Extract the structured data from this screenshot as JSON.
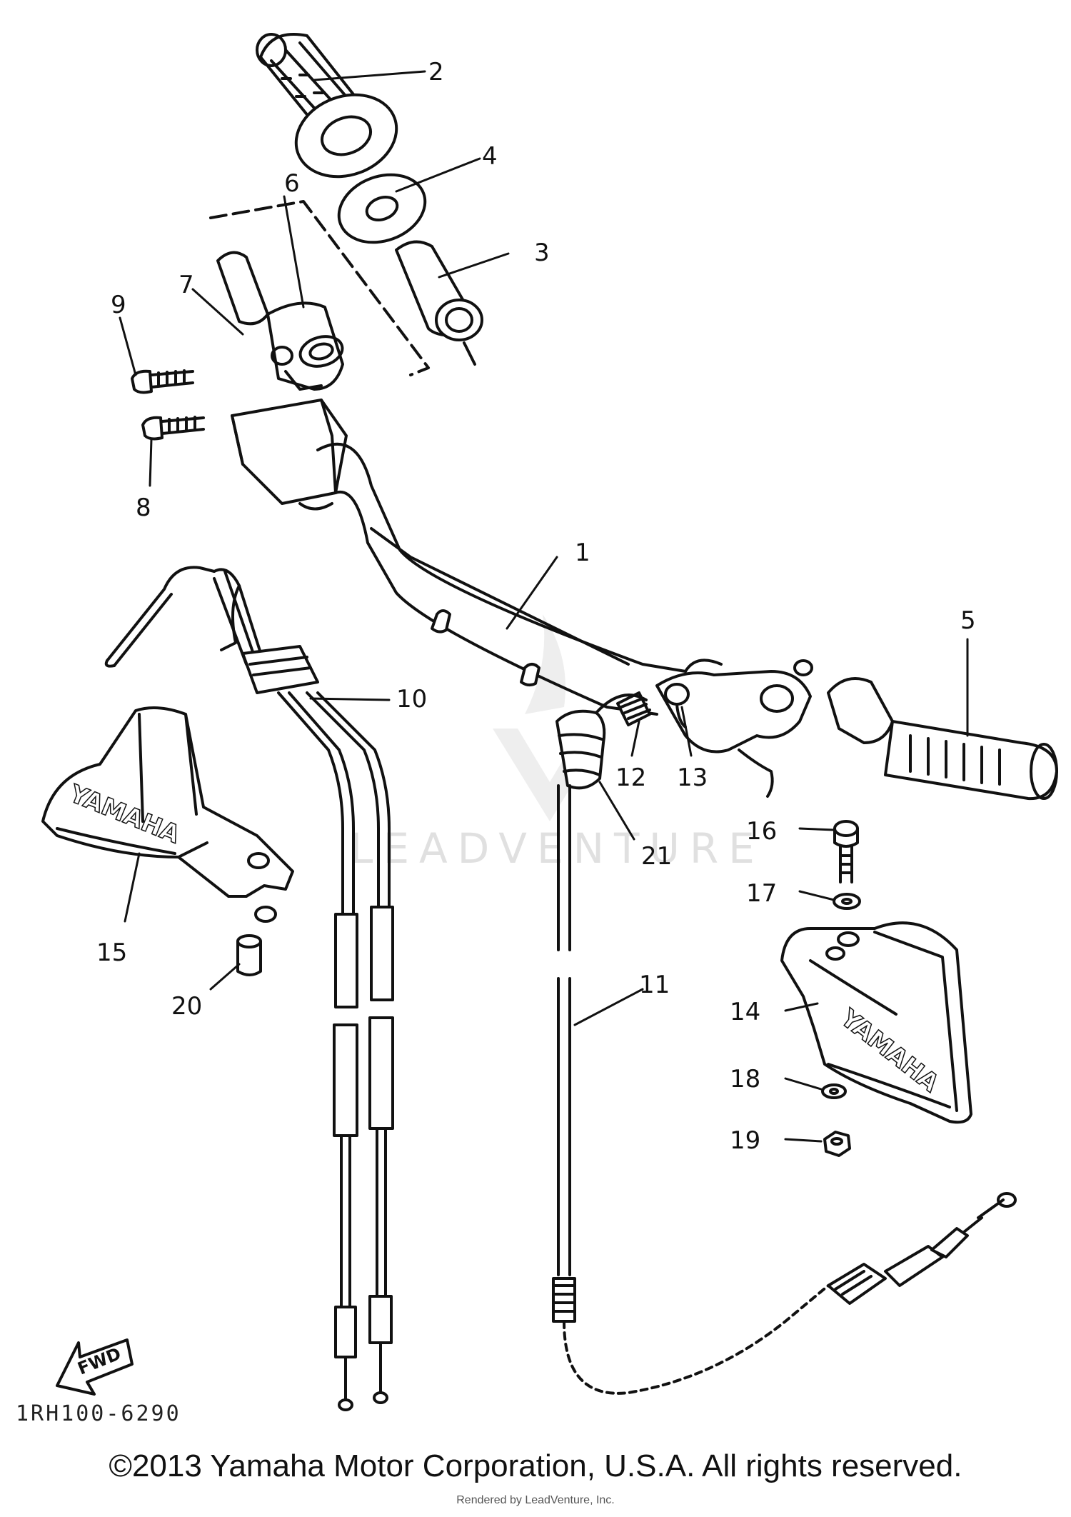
{
  "diagram": {
    "part_labels": [
      "1",
      "2",
      "3",
      "4",
      "5",
      "6",
      "7",
      "8",
      "9",
      "10",
      "11",
      "12",
      "13",
      "14",
      "15",
      "16",
      "17",
      "18",
      "19",
      "20",
      "21"
    ],
    "guard_brand_text": "YAMAHA",
    "direction_label": "FWD",
    "reference_code": "1RH100-6290",
    "watermark_text": "LEADVENTURE"
  },
  "footer": {
    "copyright": "©2013 Yamaha Motor Corporation, U.S.A. All rights reserved.",
    "rendered_by": "Rendered by LeadVenture, Inc."
  }
}
